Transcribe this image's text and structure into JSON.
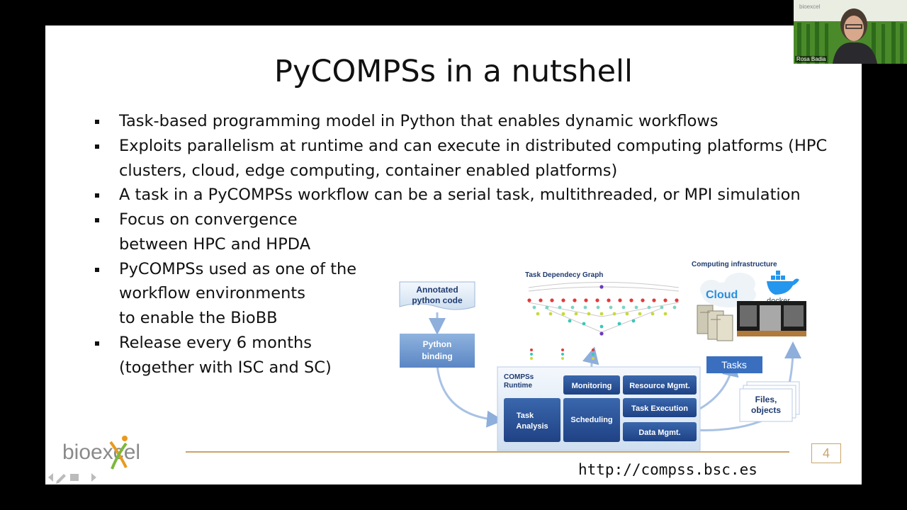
{
  "slide": {
    "title": "PyCOMPSs in a nutshell",
    "bullets_top": [
      {
        "text": "Task-based programming model in Python that enables dynamic workflows"
      },
      {
        "text": "Exploits parallelism at runtime and can execute in distributed computing platforms (HPC clusters, cloud, edge computing, container enabled platforms)"
      },
      {
        "text": "A task in a PyCOMPSs workflow can be a serial task, multithreaded, or MPI simulation"
      }
    ],
    "bullets_bottom": [
      {
        "line1": "Focus on convergence",
        "line2": "between HPC and HPDA"
      },
      {
        "line1": "PyCOMPSs used as one of the",
        "line2": "workflow environments",
        "line3": "to enable the BioBB"
      },
      {
        "line1": "Release every 6 months",
        "line2": "(together with ISC and SC)"
      }
    ],
    "page_number": "4",
    "url": "http://compss.bsc.es",
    "logo_text": "bioexcel"
  },
  "diagram": {
    "task_graph_label": "Task Dependecy Graph",
    "computing_label": "Computing infrastructure",
    "annotated_code": {
      "line1": "Annotated",
      "line2": "python code"
    },
    "python_binding": {
      "line1": "Python",
      "line2": "binding"
    },
    "runtime_label": {
      "line1": "COMPSs",
      "line2": "Runtime"
    },
    "task_analysis": {
      "line1": "Task",
      "line2": "Analysis"
    },
    "monitoring": "Monitoring",
    "scheduling": "Scheduling",
    "resource_mgmt": "Resource Mgmt.",
    "task_execution": "Task Execution",
    "data_mgmt": "Data Mgmt.",
    "tasks": "Tasks",
    "files_objects": {
      "line1": "Files,",
      "line2": "objects"
    },
    "cloud_text": "Cloud",
    "docker_text": "docker"
  },
  "video": {
    "name": "Rosa Badia",
    "logo_text": "bioexcel"
  }
}
